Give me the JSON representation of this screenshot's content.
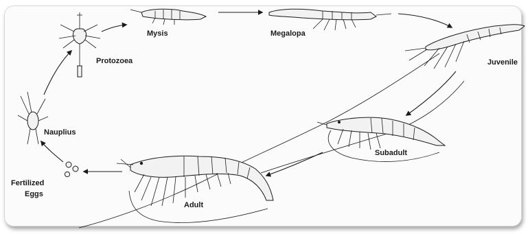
{
  "stages": {
    "fertilized_eggs_line1": "Fertilized",
    "fertilized_eggs_line2": "Eggs",
    "nauplius": "Nauplius",
    "protozoea": "Protozoea",
    "mysis": "Mysis",
    "megalopa": "Megalopa",
    "juvenile": "Juvenile",
    "subadult": "Subadult",
    "adult": "Adult"
  }
}
